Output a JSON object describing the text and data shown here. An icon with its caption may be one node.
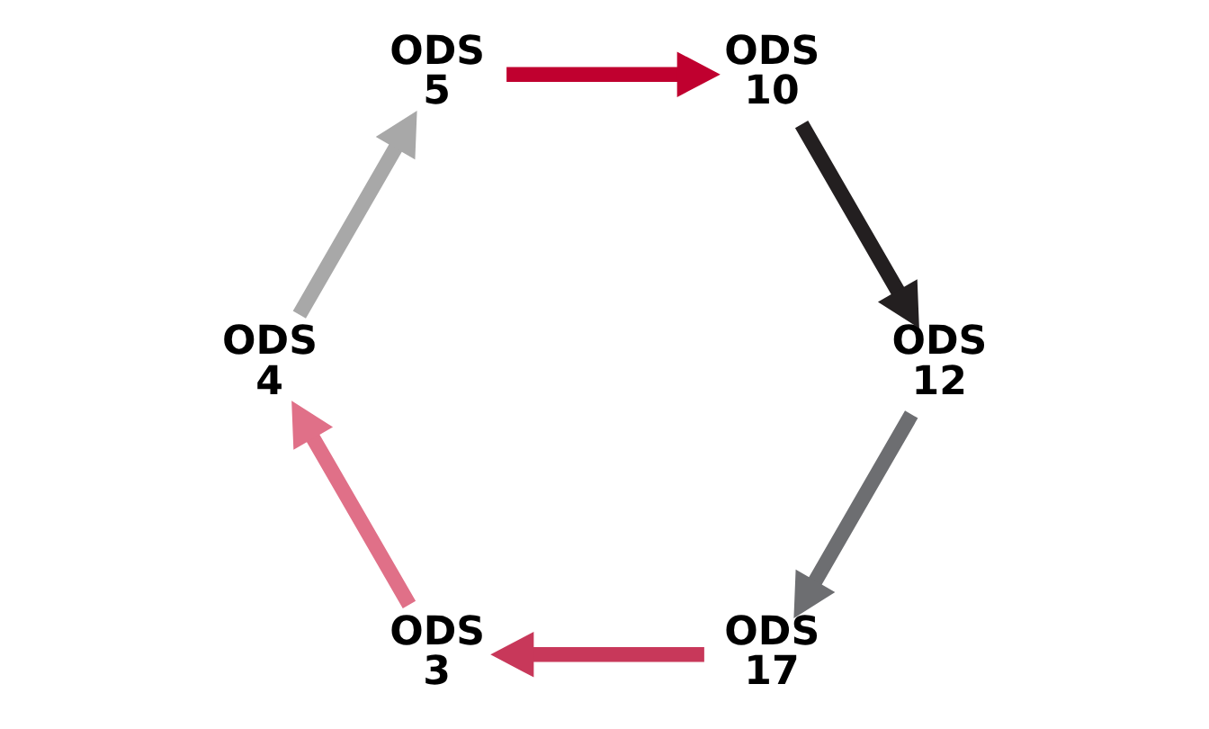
{
  "diagram": {
    "nodes": [
      {
        "text": [
          "ODS 17"
        ]
      },
      {
        "text": [
          "ODS 3"
        ]
      },
      {
        "text": [
          "ODS 12"
        ]
      },
      {
        "text": [
          "ODS 4"
        ]
      },
      {
        "text": [
          "ODS 10"
        ]
      },
      {
        "text": [
          "ODS 5"
        ]
      }
    ],
    "edges": [
      {
        "from": 0,
        "to": 1,
        "arrow": "to",
        "color": "#c8385a"
      },
      {
        "from": 1,
        "to": 3,
        "arrow": "to",
        "color": "#e07088"
      },
      {
        "from": 3,
        "to": 5,
        "arrow": "to",
        "color": "#a8a8a8"
      },
      {
        "from": 5,
        "to": 4,
        "arrow": "to",
        "color": "#c0002f"
      },
      {
        "from": 4,
        "to": 2,
        "arrow": "to",
        "color": "#231f20"
      },
      {
        "from": 2,
        "to": 0,
        "arrow": "to",
        "color": "#6d6e71"
      }
    ]
  }
}
